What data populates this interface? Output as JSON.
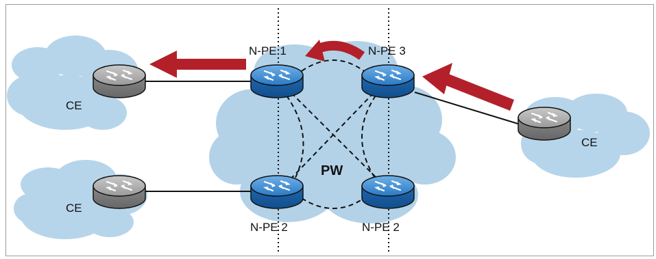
{
  "labels": {
    "npe_top_left": "N-PE 1",
    "npe_top_right": "N-PE 3",
    "npe_bottom_left": "N-PE 2",
    "npe_bottom_right": "N-PE 2",
    "ce_top_left": "CE",
    "ce_bottom_left": "CE",
    "ce_right": "CE",
    "pseudowire": "PW"
  },
  "colors": {
    "cloud": "#b7d5ea",
    "pe_router": "#1f6db3",
    "ce_router": "#8c8c8c",
    "traffic_arrow": "#b3202a"
  },
  "icons": {
    "pe": "router-icon",
    "ce": "router-icon"
  }
}
